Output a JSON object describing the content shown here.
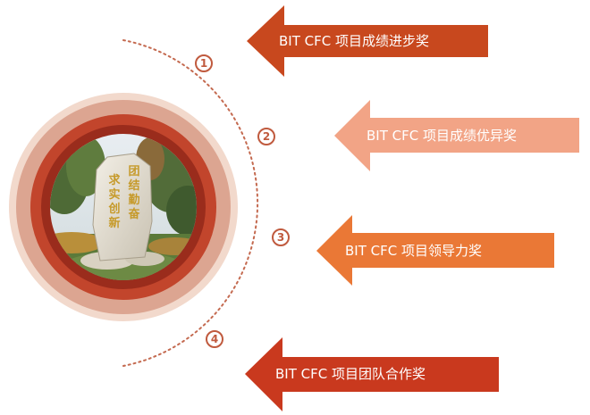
{
  "colors": {
    "ring_outer": "#f2d9cc",
    "ring_mid_light": "#dca591",
    "ring_mid": "#c2452c",
    "ring_inner": "#9a2c1c",
    "dotted_arc": "#c46a50",
    "marker_stroke": "#c05a3e",
    "marker_text": "#c05a3e"
  },
  "awards": [
    {
      "step": "1",
      "label": "BIT CFC  项目成绩进步奖",
      "color": "#c8481e"
    },
    {
      "step": "2",
      "label": "BIT CFC  项目成绩优异奖",
      "color": "#f2a486"
    },
    {
      "step": "3",
      "label": "BIT CFC  项目领导力奖",
      "color": "#ea7836"
    },
    {
      "step": "4",
      "label": "BIT CFC  项目团队合作奖",
      "color": "#c9391e"
    }
  ],
  "photo": {
    "stone_inscription": [
      "团",
      "结",
      "勤",
      "奋",
      "求",
      "实",
      "创",
      "新"
    ]
  }
}
